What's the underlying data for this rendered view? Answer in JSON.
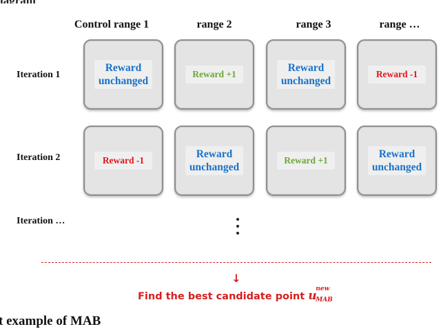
{
  "top_fragment": "iagram",
  "columns": [
    "Control range 1",
    "range 2",
    "range 3",
    "range …"
  ],
  "rows": [
    {
      "label": "Iteration 1",
      "cells": [
        {
          "text": "Reward unchanged",
          "kind": "unchanged"
        },
        {
          "text": "Reward +1",
          "kind": "plus"
        },
        {
          "text": "Reward unchanged",
          "kind": "unchanged"
        },
        {
          "text": "Reward -1",
          "kind": "minus"
        }
      ]
    },
    {
      "label": "Iteration 2",
      "cells": [
        {
          "text": "Reward -1",
          "kind": "minus"
        },
        {
          "text": "Reward unchanged",
          "kind": "unchanged"
        },
        {
          "text": "Reward +1",
          "kind": "plus"
        },
        {
          "text": "Reward unchanged",
          "kind": "unchanged"
        }
      ]
    },
    {
      "label": "Iteration …",
      "cells": []
    }
  ],
  "continuation": "⋮",
  "arrow": "↓",
  "conclusion": {
    "text": "Find the best candidate point",
    "symbol": "u",
    "superscript": "new",
    "subscript": "MAB"
  },
  "caption": "t example of MAB",
  "colors": {
    "unchanged": "#1a72c7",
    "plus": "#6aa835",
    "minus": "#e2141a",
    "accent_red": "#d61f1f"
  }
}
